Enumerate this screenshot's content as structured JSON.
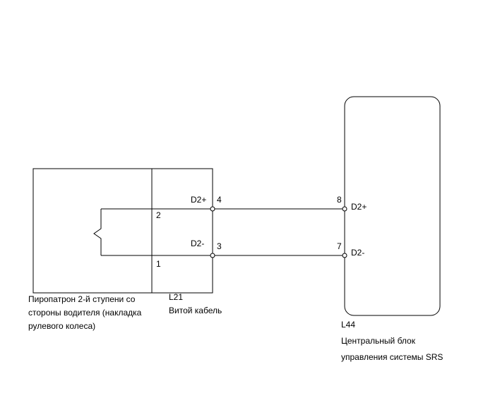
{
  "components": {
    "squib": {
      "name_lines": [
        "Пиропатрон 2-й ступени со",
        "стороны водителя (накладка",
        "рулевого колеса)"
      ]
    },
    "spiral_cable": {
      "code": "L21",
      "name": "Витой кабель"
    },
    "srs_ecu": {
      "code": "L44",
      "name_lines": [
        "Центральный блок",
        "управления системы SRS"
      ]
    }
  },
  "wires": [
    {
      "squib_pin": "2",
      "cable_signal": "D2+",
      "cable_pin": "4",
      "ecu_pin": "8",
      "ecu_signal": "D2+"
    },
    {
      "squib_pin": "1",
      "cable_signal": "D2-",
      "cable_pin": "3",
      "ecu_pin": "7",
      "ecu_signal": "D2-"
    }
  ]
}
